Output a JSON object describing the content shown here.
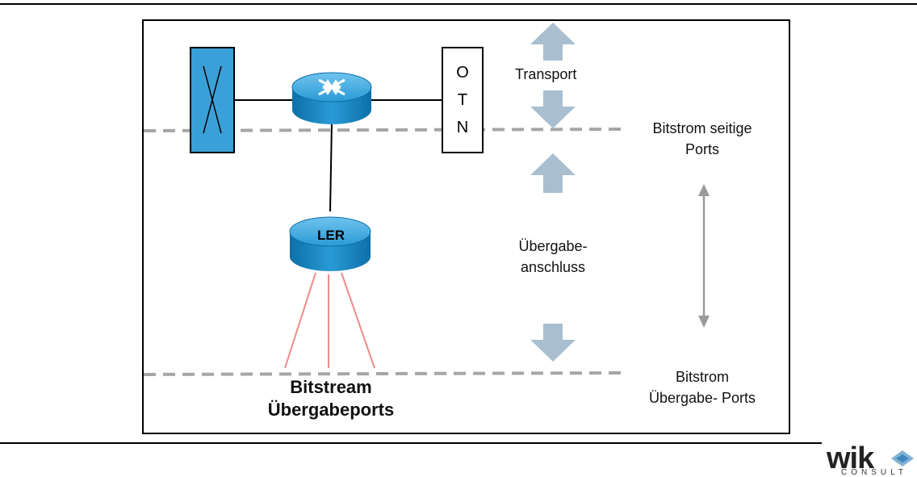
{
  "otn": {
    "letters": [
      "O",
      "T",
      "N"
    ]
  },
  "ler": {
    "label": "LER"
  },
  "labels": {
    "transport": "Transport",
    "uebergabe_line1": "Übergabe-",
    "uebergabe_line2": "anschluss",
    "bitstrom_seitige_line1": "Bitstrom seitige",
    "bitstrom_seitige_line2": "Ports",
    "bitstrom_uebergabe_line1": "Bitstrom",
    "bitstrom_uebergabe_line2": "Übergabe- Ports",
    "bitstream_line1": "Bitstream",
    "bitstream_line2": "Übergabeports"
  },
  "logo": {
    "word": "wik",
    "sub": "CONSULT"
  },
  "colors": {
    "switch_fill": "#3aa0d8",
    "router_blue": "#1f8ec8",
    "arrow_fill": "#a9bfd0",
    "dashed_line": "#a6a6a6",
    "fanout_lines": "#f08a8a"
  }
}
